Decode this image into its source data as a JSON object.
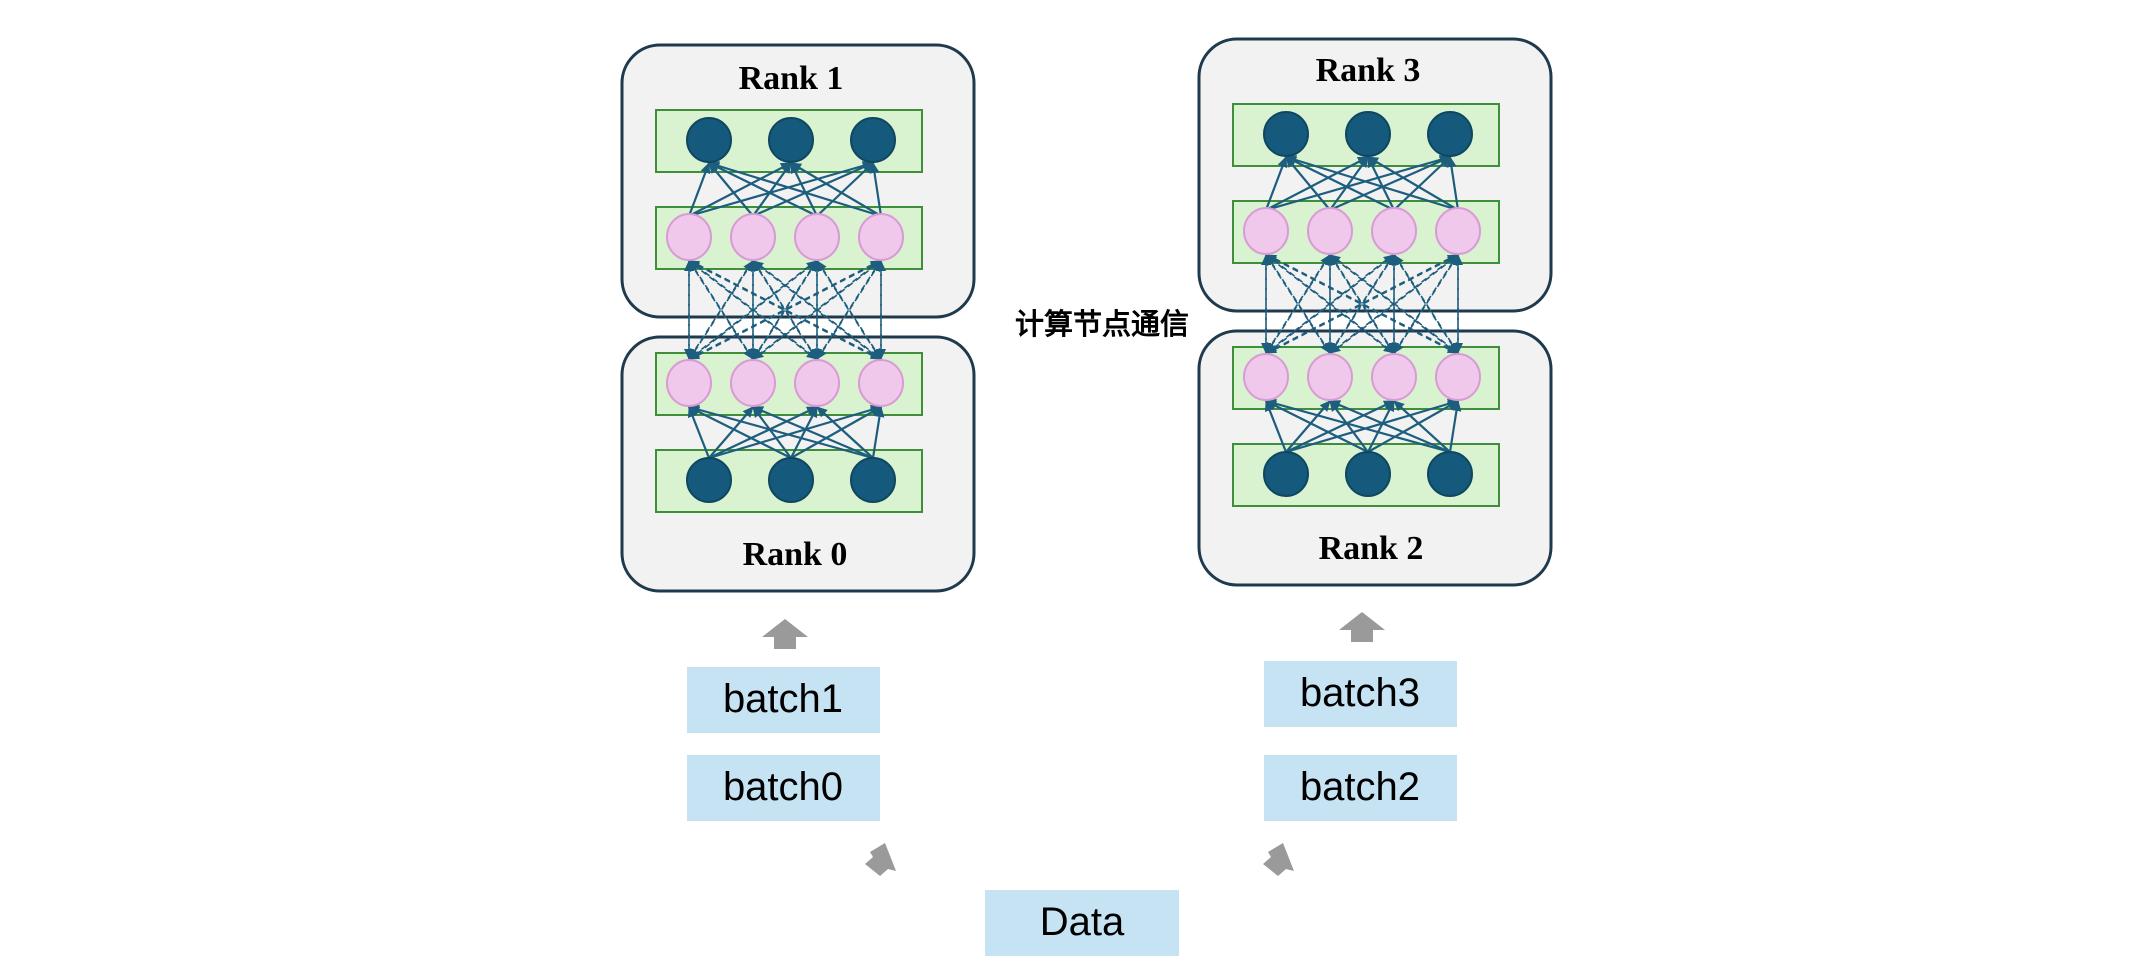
{
  "ranks": [
    {
      "label": "Rank 1"
    },
    {
      "label": "Rank 0"
    },
    {
      "label": "Rank 3"
    },
    {
      "label": "Rank 2"
    }
  ],
  "comm_label": "计算节点通信",
  "batches": [
    {
      "label": "batch1"
    },
    {
      "label": "batch0"
    },
    {
      "label": "batch3"
    },
    {
      "label": "batch2"
    }
  ],
  "data_label": "Data",
  "colors": {
    "panel_fill": "#f2f2f2",
    "panel_stroke": "#1f3a4d",
    "layer_fill": "#d9f2d0",
    "layer_stroke": "#3f8f3a",
    "dark_node": "#155a7c",
    "pink_node": "#f0c8ec",
    "pink_stroke": "#d99bd3",
    "edge": "#1d5e7e",
    "batch_fill": "#c5e3f2",
    "arrow_gray": "#9a9a9a"
  }
}
